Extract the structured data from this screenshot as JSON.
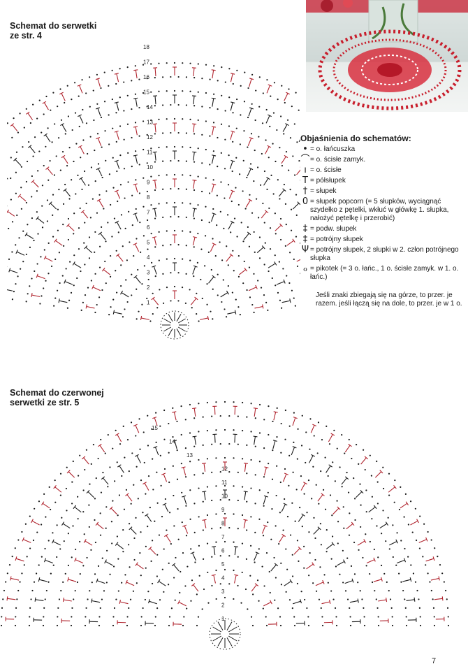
{
  "diagram1": {
    "title_line1": "Schemat do serwetki",
    "title_line2": "ze str. 4",
    "row_numbers": [
      "18",
      "17",
      "16",
      "15",
      "14",
      "13",
      "12",
      "11",
      "10",
      "9",
      "8",
      "7",
      "6",
      "5",
      "4",
      "3",
      "2",
      "1"
    ]
  },
  "diagram2": {
    "title_line1": "Schemat do czerwonej",
    "title_line2": "serwetki ze str. 5",
    "row_numbers": [
      "15",
      "14",
      "13",
      "12",
      "11",
      "10",
      "9",
      "8",
      "7",
      "6",
      "5",
      "4",
      "3",
      "2",
      "1"
    ]
  },
  "legend": {
    "heading": "Objaśnienia do schematów:",
    "items": [
      {
        "icon": "dot-icon",
        "symbol": "•",
        "text": "= o. łańcuszka"
      },
      {
        "icon": "arc-icon",
        "symbol": "⌒",
        "text": "= o. ścisłe zamyk."
      },
      {
        "icon": "tick-icon",
        "symbol": "ı",
        "text": "= o. ścisłe"
      },
      {
        "icon": "half-double-crochet-icon",
        "symbol": "T",
        "text": "= półsłupek"
      },
      {
        "icon": "double-crochet-icon",
        "symbol": "†",
        "text": "= słupek"
      },
      {
        "icon": "popcorn-icon",
        "symbol": "0",
        "text": "= słupek popcorn (= 5 słupków, wyciągnąć szydełko z pętelki, wkłuć w główkę 1. słupka, nałożyć pętelkę i przerobić)"
      },
      {
        "icon": "treble-crochet-icon",
        "symbol": "‡",
        "text": "= podw. słupek"
      },
      {
        "icon": "triple-treble-icon",
        "symbol": "‡",
        "text": "= potrójny słupek"
      },
      {
        "icon": "cluster-icon",
        "symbol": "Ψ",
        "text": "= potrójny słupek, 2 słupki w 2. człon potrójnego słupka"
      },
      {
        "icon": "picot-icon",
        "symbol": "ℴ",
        "text": "= pikotek (= 3 o. łańc., 1 o. ścisłe zamyk. w 1. o. łańc.)"
      }
    ],
    "note": "Jeśli znaki zbiegają się na górze, to przer. je razem. jeśli łączą się na dole, to przer. je w 1 o."
  },
  "page_number": "7",
  "colors": {
    "ink": "#1a1a1a",
    "red": "#b0242e",
    "doily": "#c81e2c"
  }
}
